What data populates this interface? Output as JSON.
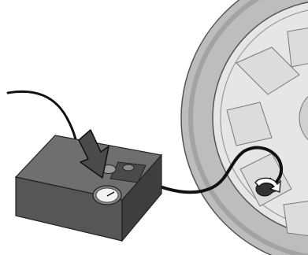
{
  "figure": {
    "subject": "tire-inflator-compressor-connected-to-wheel-valve",
    "components": {
      "power_cable": "power-cable",
      "compressor": "compressor-unit",
      "pressure_gauge": "pressure-gauge",
      "on_button": "on-button",
      "press_arrow": "press-down-arrow-icon",
      "air_hose": "air-hose",
      "valve_connector": "valve-connector",
      "twist_arrow": "rotate-clockwise-arrow-icon",
      "tire": "tire",
      "wheel_rim": "wheel-rim"
    },
    "colors": {
      "tire": "#bdbdbd",
      "tire_edge": "#8a8a8a",
      "rim": "#e6e6e6",
      "compressor_top": "#6f6f6f",
      "compressor_front": "#565656",
      "compressor_side": "#3e3e3e",
      "arrow_fill": "#4a4a4a",
      "cable": "#111111",
      "outline": "#222222"
    }
  }
}
